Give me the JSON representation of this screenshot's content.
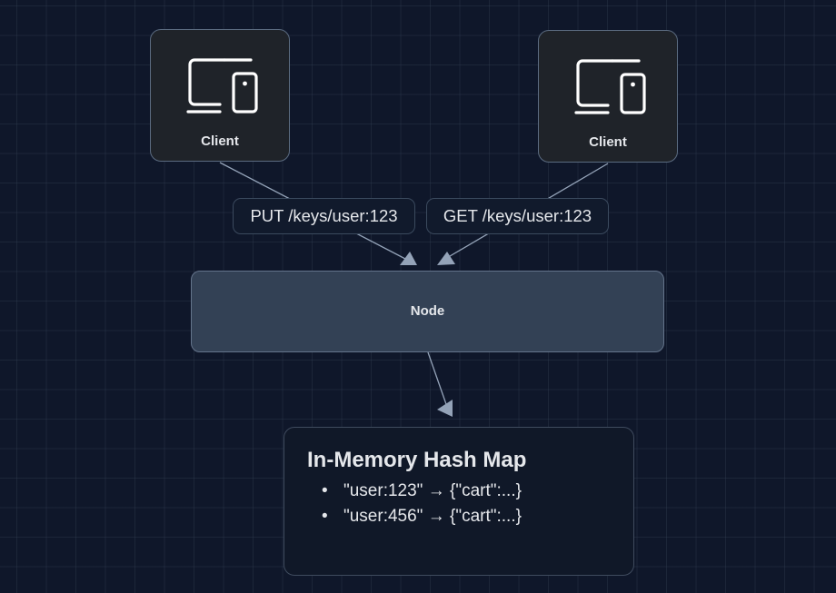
{
  "diagram": {
    "clients": [
      {
        "label": "Client",
        "icon": "devices-icon"
      },
      {
        "label": "Client",
        "icon": "devices-icon"
      }
    ],
    "edges": [
      {
        "from": "client-left",
        "to": "node",
        "label": "PUT /keys/user:123"
      },
      {
        "from": "client-right",
        "to": "node",
        "label": "GET /keys/user:123"
      },
      {
        "from": "node",
        "to": "hash-map",
        "label": ""
      }
    ],
    "node": {
      "label": "Node"
    },
    "hash_map": {
      "title": "In-Memory Hash Map",
      "bullet": "•",
      "entries": [
        "\"user:123\" → {\"cart\":...}",
        "\"user:456\" → {\"cart\":...}"
      ]
    }
  },
  "colors": {
    "background": "#0f172a",
    "client_fill": "#1f2329",
    "node_fill": "#334155",
    "edge": "#94a3b8",
    "text": "#e5e7eb"
  }
}
